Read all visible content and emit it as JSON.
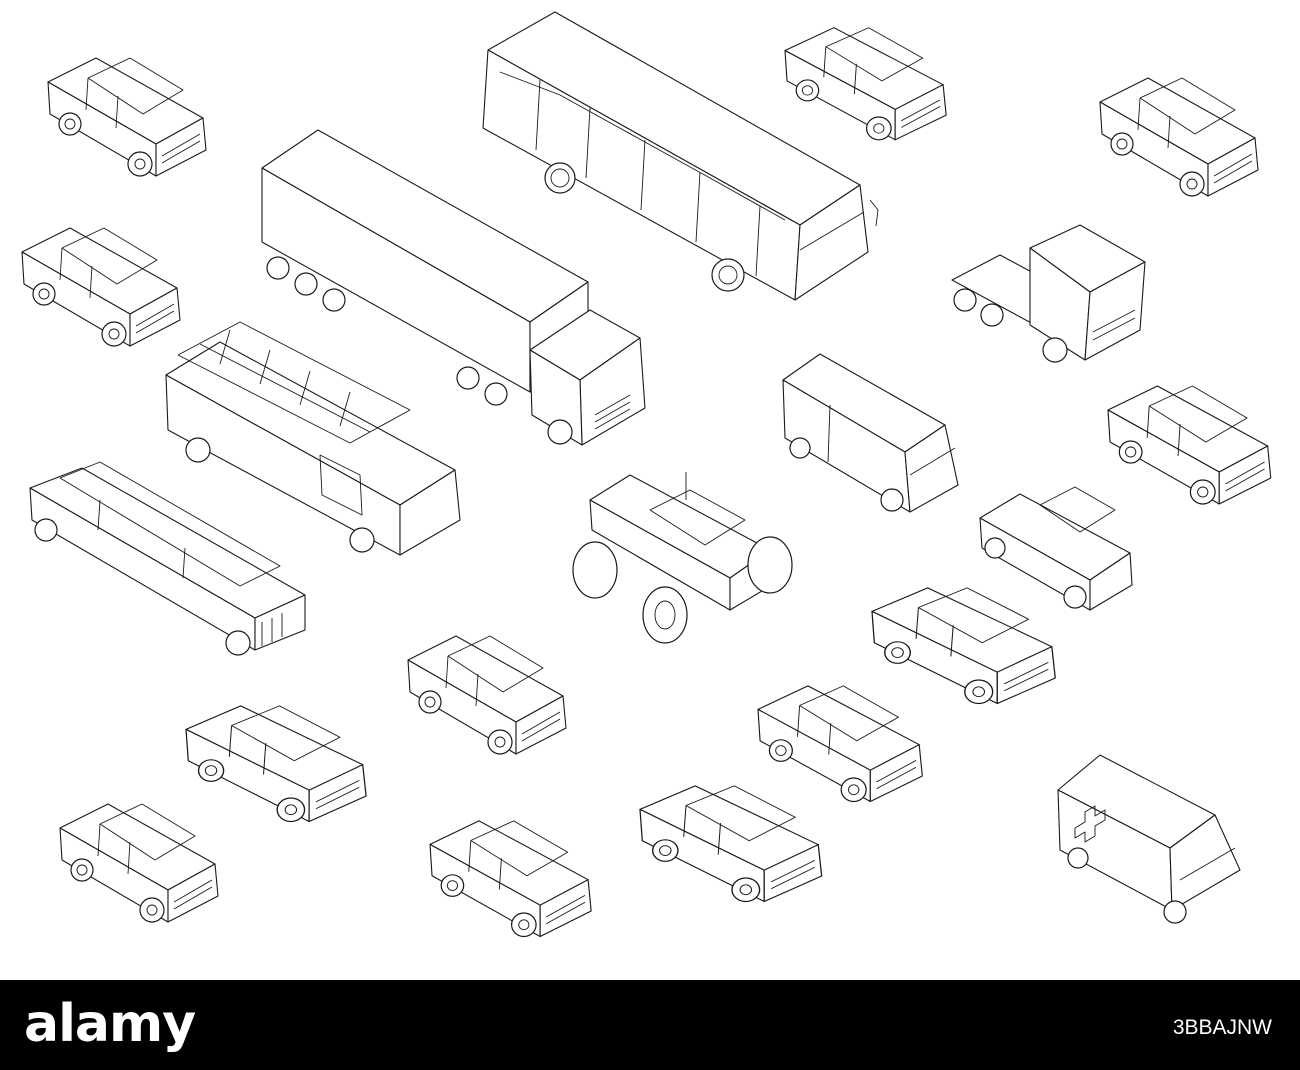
{
  "illustration": {
    "style": "isometric wireframe line art",
    "line_color": "#1a1a1a",
    "background": "#ffffff",
    "vehicles": [
      {
        "name": "suv-icon"
      },
      {
        "name": "tour-bus-icon"
      },
      {
        "name": "sports-car-icon"
      },
      {
        "name": "sedan-icon"
      },
      {
        "name": "taxi-icon"
      },
      {
        "name": "semi-truck-icon"
      },
      {
        "name": "truck-cab-icon"
      },
      {
        "name": "fire-truck-icon"
      },
      {
        "name": "van-icon"
      },
      {
        "name": "suv-icon"
      },
      {
        "name": "limousine-icon"
      },
      {
        "name": "monster-truck-icon"
      },
      {
        "name": "pickup-truck-icon"
      },
      {
        "name": "police-car-icon"
      },
      {
        "name": "sedan-icon"
      },
      {
        "name": "muscle-car-icon"
      },
      {
        "name": "police-sports-car-icon"
      },
      {
        "name": "taxi-icon"
      },
      {
        "name": "convertible-icon"
      },
      {
        "name": "muscle-car-icon"
      },
      {
        "name": "ambulance-icon"
      }
    ]
  },
  "footer": {
    "brand": "alamy",
    "image_code": "3BBAJNW",
    "background": "#000000",
    "text_color": "#ffffff"
  }
}
